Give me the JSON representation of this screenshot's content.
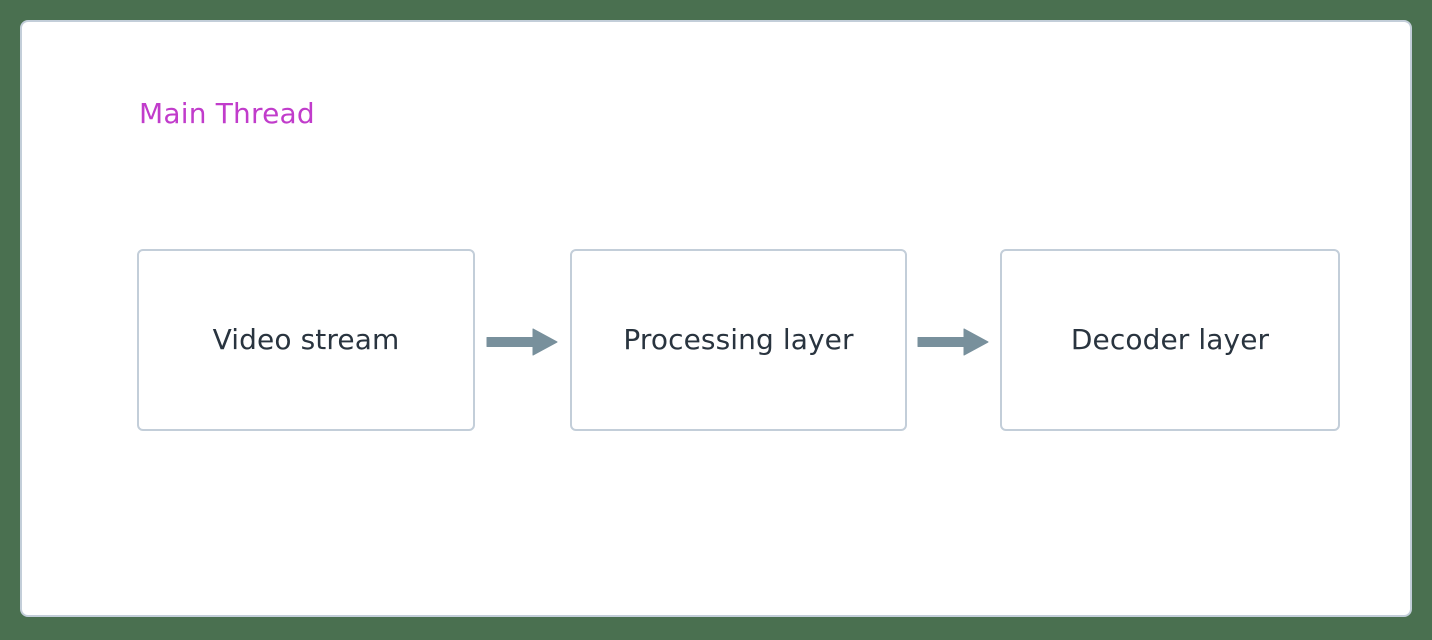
{
  "diagram": {
    "type": "flowchart",
    "direction": "left-to-right",
    "background_color": "#4a7050",
    "subgraph": {
      "title": "Main Thread",
      "title_color": "#c13ccb",
      "border_color": "#c3ced9",
      "fill_color": "#ffffff"
    },
    "node_style": {
      "border_color": "#c3ced9",
      "fill_color": "#ffffff",
      "text_color": "#29343f",
      "shape": "rounded-rectangle"
    },
    "edge_style": {
      "color": "#78909c",
      "arrowhead": "filled-triangle",
      "line": "solid"
    },
    "nodes": [
      {
        "id": "video-stream",
        "label": "Video stream"
      },
      {
        "id": "processing-layer",
        "label": "Processing layer"
      },
      {
        "id": "decoder-layer",
        "label": "Decoder layer"
      }
    ],
    "edges": [
      {
        "id": "edge-1",
        "from": "video-stream",
        "to": "processing-layer",
        "label": ""
      },
      {
        "id": "edge-2",
        "from": "processing-layer",
        "to": "decoder-layer",
        "label": ""
      }
    ]
  }
}
